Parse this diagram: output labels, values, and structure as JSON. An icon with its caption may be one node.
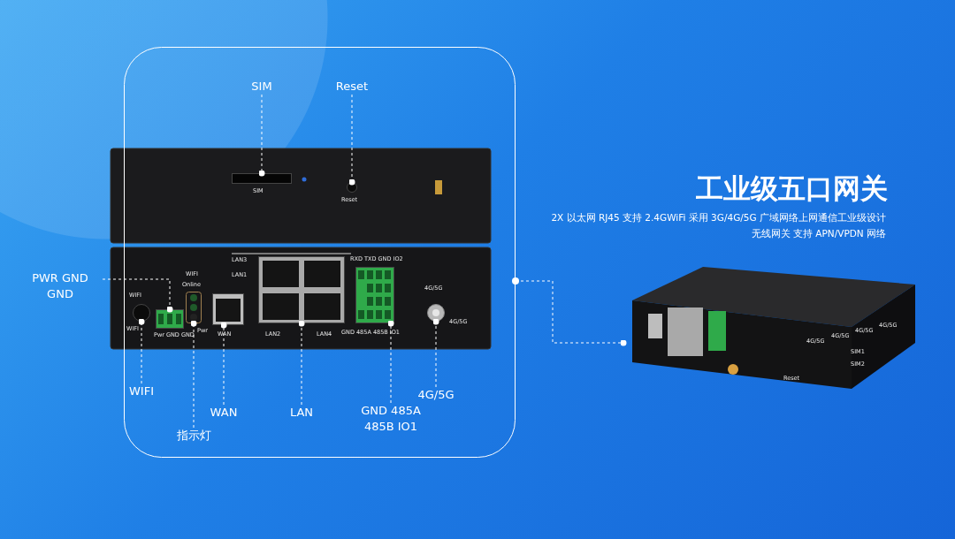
{
  "diagram": {
    "title": "工业级五口网关",
    "nodes": [
      {
        "text": [
          "SIM"
        ],
        "in": 18
      },
      {
        "text": [],
        "shape": "box",
        "in": 18
      },
      {
        "text": [
          "Reset"
        ],
        "in": 18
      },
      {
        "text": [],
        "shape": "circle",
        "in": 18
      },
      {
        "text": [
          "PWR GND GND"
        ]
      },
      {
        "text": [],
        "shape": "box",
        "in": 18
      },
      {
        "text": [
          "WIFI"
        ],
        "in": 18
      },
      {
        "text": [],
        "shape": "circle",
        "in": 18
      },
      {
        "text": [
          "指示灯"
        ],
        "in": 18
      },
      {
        "text": [],
        "shape": "box",
        "in": 18
      },
      {
        "text": [
          "WAN"
        ],
        "in": 18
      },
      {
        "text": [],
        "shape": "box",
        "in": 18
      },
      {
        "text": [
          "LAN"
        ],
        "in": 18
      },
      {
        "text": [],
        "shape": "box",
        "in": 18
      },
      {
        "text": [
          "GND 485A 485B IO1"
        ],
        "in": 18
      },
      {
        "text": [],
        "shape": "box",
        "in": 18
      },
      {
        "text": [
          "4G/5G"
        ],
        "in": 18
      },
      {
        "text": [],
        "shape": "circle",
        "in": 18
      },
      {
        "text": [],
        "shape": "box"
      },
      {
        "text": [],
        "shape": "picture"
      }
    ],
    "edges": [
      {
        "from": 0,
        "to": 1,
        "arrow": "other",
        "style": "dashed"
      },
      {
        "from": 2,
        "to": 3,
        "arrow": "other",
        "style": "dashed"
      },
      {
        "from": 4,
        "to": 5,
        "arrow": "other",
        "style": "dashed"
      },
      {
        "from": 6,
        "to": 7,
        "arrow": "other",
        "style": "dashed"
      },
      {
        "from": 8,
        "to": 9,
        "arrow": "other",
        "style": "dashed"
      },
      {
        "from": 10,
        "to": 11,
        "arrow": "other",
        "style": "dashed"
      },
      {
        "from": 12,
        "to": 13,
        "arrow": "other",
        "style": "dashed"
      },
      {
        "from": 14,
        "to": 15,
        "arrow": "other",
        "style": "dashed"
      },
      {
        "from": 16,
        "to": 17,
        "arrow": "other",
        "style": "dashed"
      },
      {
        "from": 18,
        "to": 19,
        "arrow": "other",
        "style": "dashed"
      }
    ],
    "labels": [
      "2X 以太网 RJ45 支持 2.4GWiFi 采用 3G/4G/5G 广域网络上网通信工业级设计",
      "无线网关 支持 APN/VPDN 网络",
      "SIM",
      "Reset",
      "LAN3",
      "LAN1",
      "RXD TXD GND IO2",
      "WIFI",
      "Online",
      "WIFI",
      "4G/5G",
      "Pwr GND GND",
      "WIFI",
      "Pwr",
      "WAN",
      "LAN2",
      "LAN4",
      "GND 485A 485B IO1",
      "4G/5G",
      "4G/5G",
      "4G/5G",
      "4G/5G",
      "4G/5G",
      "SIM1",
      "SIM2",
      "Reset"
    ]
  }
}
